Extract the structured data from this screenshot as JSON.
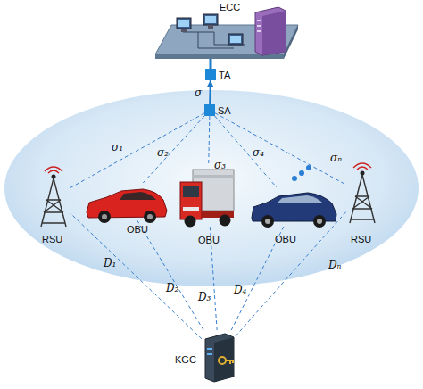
{
  "diagram": {
    "nodes": [
      {
        "text": [
          "ECC"
        ]
      },
      {
        "text": [
          "TA"
        ]
      },
      {
        "text": [
          "SA"
        ]
      },
      {
        "text": [
          "RSU"
        ]
      },
      {
        "text": [
          "OBU"
        ]
      },
      {
        "text": [
          "OBU"
        ]
      },
      {
        "text": [
          "OBU"
        ]
      },
      {
        "text": [
          "RSU"
        ]
      },
      {
        "text": [
          "KGC"
        ]
      }
    ],
    "edges": [
      {
        "from": 1,
        "to": 0,
        "arrow": "none"
      },
      {
        "from": 2,
        "to": 1,
        "label": "σ",
        "arrow": "to"
      },
      {
        "from": 2,
        "to": 3,
        "label": "σ₁",
        "arrow": "none"
      },
      {
        "from": 2,
        "to": 4,
        "label": "σ₂",
        "arrow": "none"
      },
      {
        "from": 2,
        "to": 5,
        "label": "σ₃",
        "arrow": "none"
      },
      {
        "from": 2,
        "to": 6,
        "label": "σ₄",
        "arrow": "none"
      },
      {
        "from": 2,
        "to": 7,
        "label": "σₙ",
        "arrow": "none"
      },
      {
        "from": 8,
        "to": 3,
        "label": "D₁",
        "arrow": "none"
      },
      {
        "from": 8,
        "to": 4,
        "label": "D₂",
        "arrow": "none"
      },
      {
        "from": 8,
        "to": 5,
        "label": "D₃",
        "arrow": "none"
      },
      {
        "from": 8,
        "to": 6,
        "label": "D₄",
        "arrow": "none"
      },
      {
        "from": 8,
        "to": 7,
        "label": "Dₙ",
        "arrow": "none"
      }
    ]
  }
}
